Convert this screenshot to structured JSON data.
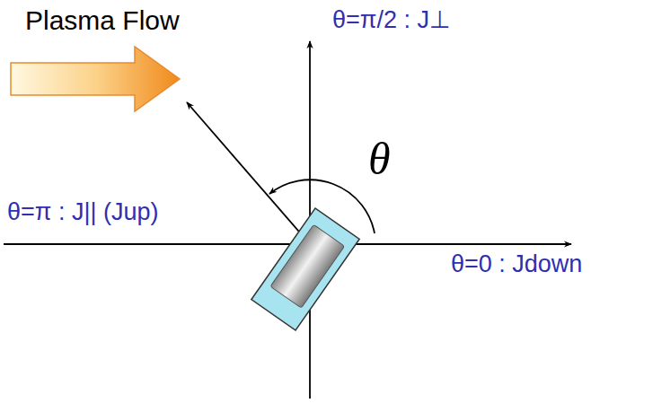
{
  "diagram": {
    "labels": [
      "Plasma Flow",
      "θ=π/2 : J⊥",
      "θ=π : J|| (Jup)",
      "θ=0 : Jdown",
      "θ"
    ]
  }
}
